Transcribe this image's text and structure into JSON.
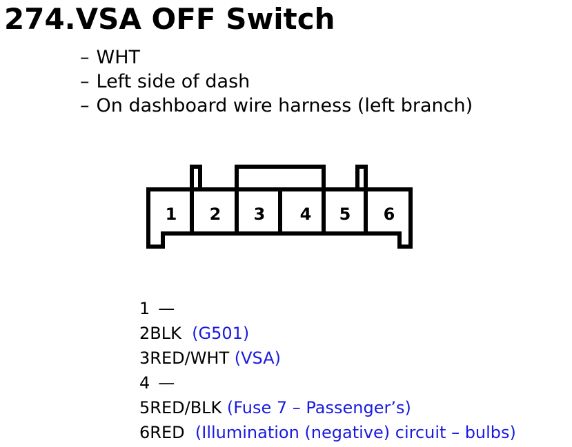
{
  "title": "274.VSA OFF Switch",
  "notes": [
    "WHT",
    "Left side of dash",
    "On dashboard wire harness (left branch)"
  ],
  "note_dash": "–",
  "connector": {
    "pins": [
      "1",
      "2",
      "3",
      "4",
      "5",
      "6"
    ]
  },
  "pins": [
    {
      "number": "1",
      "wire": "",
      "empty": "—",
      "note": ""
    },
    {
      "number": "2",
      "wire": "BLK",
      "empty": "",
      "note": "(G501)"
    },
    {
      "number": "3",
      "wire": "RED/WHT",
      "empty": "",
      "note": "(VSA)"
    },
    {
      "number": "4",
      "wire": "",
      "empty": "—",
      "note": ""
    },
    {
      "number": "5",
      "wire": "RED/BLK",
      "empty": "",
      "note": "(Fuse 7 – Passenger’s)"
    },
    {
      "number": "6",
      "wire": "RED",
      "empty": "",
      "note": "(Illumination (negative) circuit – bulbs)"
    }
  ],
  "colors": {
    "text": "#000000",
    "annotation": "#1a1adf"
  }
}
